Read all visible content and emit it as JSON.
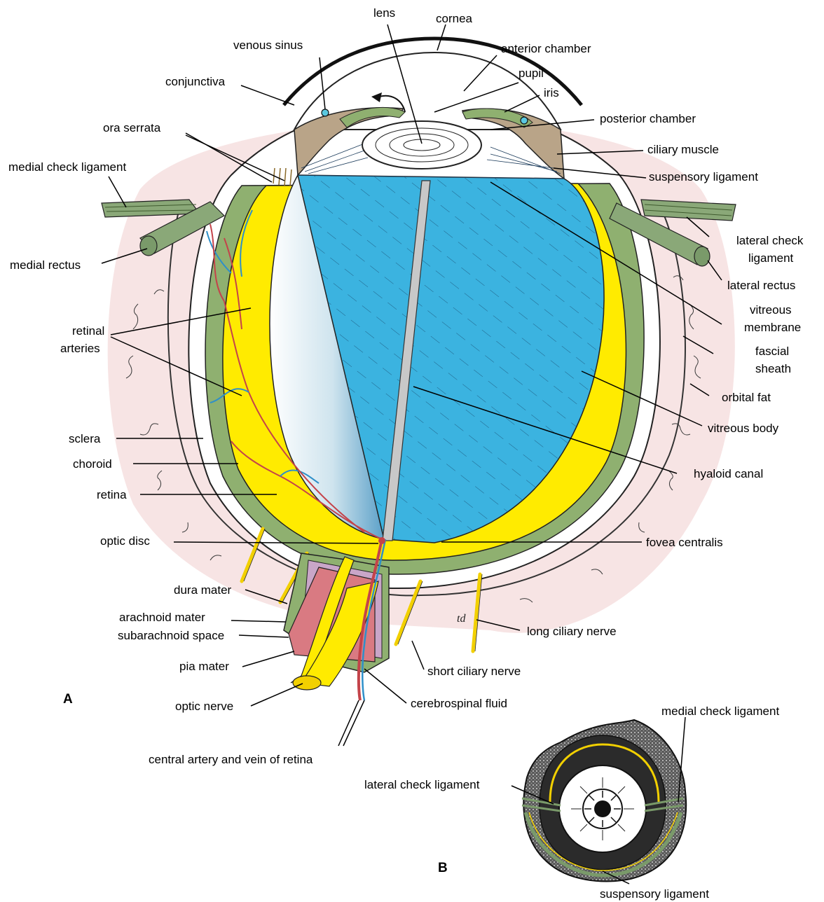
{
  "panels": {
    "a": "A",
    "b": "B"
  },
  "labels": {
    "lens": "lens",
    "cornea": "cornea",
    "venous_sinus": "venous sinus",
    "anterior_chamber": "anterior chamber",
    "conjunctiva": "conjunctiva",
    "pupil": "pupil",
    "iris": "iris",
    "ora_serrata": "ora serrata",
    "posterior_chamber": "posterior chamber",
    "ciliary_muscle": "ciliary muscle",
    "medial_check_ligament": "medial check ligament",
    "suspensory_ligament": "suspensory ligament",
    "lateral_check_ligament_1": "lateral check",
    "lateral_check_ligament_2": "ligament",
    "medial_rectus": "medial rectus",
    "lateral_rectus": "lateral rectus",
    "vitreous_membrane_1": "vitreous",
    "vitreous_membrane_2": "membrane",
    "retinal_arteries_1": "retinal",
    "retinal_arteries_2": "arteries",
    "fascial_sheath_1": "fascial",
    "fascial_sheath_2": "sheath",
    "orbital_fat": "orbital fat",
    "vitreous_body": "vitreous body",
    "sclera": "sclera",
    "choroid": "choroid",
    "hyaloid_canal": "hyaloid canal",
    "retina": "retina",
    "optic_disc": "optic disc",
    "fovea_centralis": "fovea centralis",
    "dura_mater": "dura mater",
    "arachnoid_mater": "arachnoid mater",
    "subarachnoid_space": "subarachnoid space",
    "long_ciliary_nerve": "long ciliary nerve",
    "pia_mater": "pia mater",
    "short_ciliary_nerve": "short ciliary nerve",
    "optic_nerve": "optic nerve",
    "cerebrospinal_fluid": "cerebrospinal fluid",
    "central_artery_vein": "central artery and vein of retina",
    "b_medial_check_ligament": "medial check ligament",
    "b_lateral_check_ligament": "lateral check ligament",
    "b_suspensory_ligament": "suspensory ligament"
  },
  "signature": "td",
  "colors": {
    "vitreous": "#3bb3e0",
    "retina": "#ffeb00",
    "choroid": "#8fb070",
    "orbital_fat": "#f7e4e4",
    "artery": "#c4434a",
    "dura": "#d97a82",
    "muscle": "#8aa878",
    "ligament": "#7a9a6a"
  }
}
